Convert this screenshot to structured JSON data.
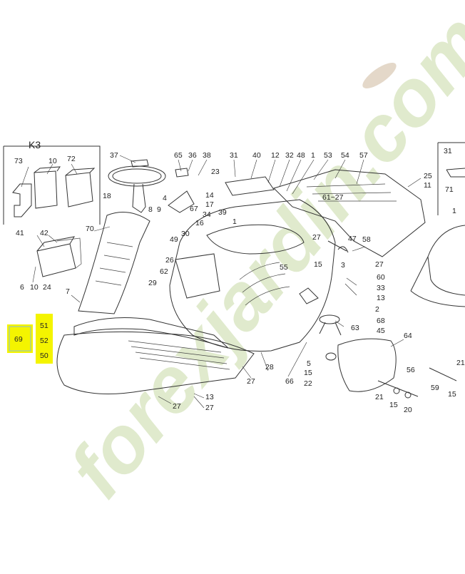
{
  "kit_label": "K3",
  "watermark": "forexjardin.com",
  "highlighted_main": "69",
  "highlighted_group": [
    "51",
    "52",
    "50"
  ],
  "callouts": [
    {
      "id": "c-37",
      "text": "37"
    },
    {
      "id": "c-65",
      "text": "65"
    },
    {
      "id": "c-36",
      "text": "36"
    },
    {
      "id": "c-38",
      "text": "38"
    },
    {
      "id": "c-31a",
      "text": "31"
    },
    {
      "id": "c-40",
      "text": "40"
    },
    {
      "id": "c-12",
      "text": "12"
    },
    {
      "id": "c-32",
      "text": "32"
    },
    {
      "id": "c-48",
      "text": "48"
    },
    {
      "id": "c-1a",
      "text": "1"
    },
    {
      "id": "c-53",
      "text": "53"
    },
    {
      "id": "c-54",
      "text": "54"
    },
    {
      "id": "c-57",
      "text": "57"
    },
    {
      "id": "c-31b",
      "text": "31"
    },
    {
      "id": "c-25",
      "text": "25"
    },
    {
      "id": "c-11",
      "text": "11"
    },
    {
      "id": "c-71",
      "text": "71"
    },
    {
      "id": "c-1b",
      "text": "1"
    },
    {
      "id": "c-73",
      "text": "73"
    },
    {
      "id": "c-10a",
      "text": "10"
    },
    {
      "id": "c-72",
      "text": "72"
    },
    {
      "id": "c-23",
      "text": "23"
    },
    {
      "id": "c-18",
      "text": "18"
    },
    {
      "id": "c-4",
      "text": "4"
    },
    {
      "id": "c-14",
      "text": "14"
    },
    {
      "id": "c-17",
      "text": "17"
    },
    {
      "id": "c-61-27",
      "text": "61~27"
    },
    {
      "id": "c-8",
      "text": "8"
    },
    {
      "id": "c-9",
      "text": "9"
    },
    {
      "id": "c-67",
      "text": "67"
    },
    {
      "id": "c-34",
      "text": "34"
    },
    {
      "id": "c-39",
      "text": "39"
    },
    {
      "id": "c-16",
      "text": "16"
    },
    {
      "id": "c-1c",
      "text": "1"
    },
    {
      "id": "c-41",
      "text": "41"
    },
    {
      "id": "c-42",
      "text": "42"
    },
    {
      "id": "c-70",
      "text": "70"
    },
    {
      "id": "c-30",
      "text": "30"
    },
    {
      "id": "c-27a",
      "text": "27"
    },
    {
      "id": "c-47",
      "text": "47"
    },
    {
      "id": "c-58",
      "text": "58"
    },
    {
      "id": "c-49",
      "text": "49"
    },
    {
      "id": "c-26",
      "text": "26"
    },
    {
      "id": "c-62",
      "text": "62"
    },
    {
      "id": "c-55",
      "text": "55"
    },
    {
      "id": "c-15a",
      "text": "15"
    },
    {
      "id": "c-3",
      "text": "3"
    },
    {
      "id": "c-27b",
      "text": "27"
    },
    {
      "id": "c-60",
      "text": "60"
    },
    {
      "id": "c-33",
      "text": "33"
    },
    {
      "id": "c-13a",
      "text": "13"
    },
    {
      "id": "c-6",
      "text": "6"
    },
    {
      "id": "c-10b",
      "text": "10"
    },
    {
      "id": "c-24",
      "text": "24"
    },
    {
      "id": "c-29",
      "text": "29"
    },
    {
      "id": "c-7",
      "text": "7"
    },
    {
      "id": "c-2",
      "text": "2"
    },
    {
      "id": "c-68",
      "text": "68"
    },
    {
      "id": "c-45",
      "text": "45"
    },
    {
      "id": "c-63",
      "text": "63"
    },
    {
      "id": "c-64",
      "text": "64"
    },
    {
      "id": "c-28",
      "text": "28"
    },
    {
      "id": "c-5",
      "text": "5"
    },
    {
      "id": "c-15b",
      "text": "15"
    },
    {
      "id": "c-22",
      "text": "22"
    },
    {
      "id": "c-27c",
      "text": "27"
    },
    {
      "id": "c-66",
      "text": "66"
    },
    {
      "id": "c-56",
      "text": "56"
    },
    {
      "id": "c-21a",
      "text": "21"
    },
    {
      "id": "c-21b",
      "text": "21"
    },
    {
      "id": "c-15c",
      "text": "15"
    },
    {
      "id": "c-20",
      "text": "20"
    },
    {
      "id": "c-59",
      "text": "59"
    },
    {
      "id": "c-15d",
      "text": "15"
    },
    {
      "id": "c-13b",
      "text": "13"
    },
    {
      "id": "c-27d",
      "text": "27"
    },
    {
      "id": "c-27e",
      "text": "27"
    }
  ]
}
